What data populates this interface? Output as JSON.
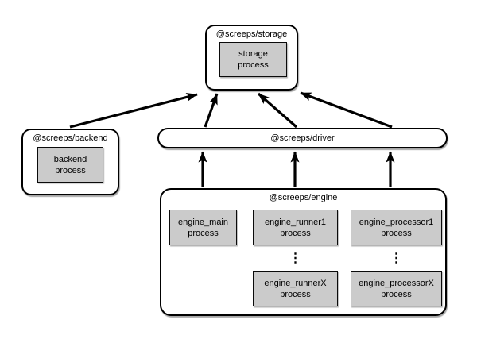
{
  "colors": {
    "background": "#ffffff",
    "container_fill": "#ffffff",
    "process_fill": "#cbcbcb",
    "line": "#000000"
  },
  "nodes": {
    "storage": {
      "title": "@screeps/storage",
      "process": "storage\nprocess"
    },
    "backend": {
      "title": "@screeps/backend",
      "process": "backend\nprocess"
    },
    "driver": {
      "title": "@screeps/driver"
    },
    "engine": {
      "title": "@screeps/engine",
      "main_process": "engine_main\nprocess",
      "runner1_process": "engine_runner1\nprocess",
      "runnerX_process": "engine_runnerX\nprocess",
      "processor1_process": "engine_processor1\nprocess",
      "processorX_process": "engine_processorX\nprocess",
      "ellipsis": "⋮"
    }
  },
  "edges": [
    {
      "name": "backend-to-storage",
      "from": "backend",
      "to": "storage"
    },
    {
      "name": "driver-to-storage-left",
      "from": "driver",
      "to": "storage"
    },
    {
      "name": "driver-to-storage-middle",
      "from": "driver",
      "to": "storage"
    },
    {
      "name": "driver-to-storage-right",
      "from": "driver",
      "to": "storage"
    },
    {
      "name": "engine-to-driver-left",
      "from": "engine",
      "to": "driver"
    },
    {
      "name": "engine-to-driver-middle",
      "from": "engine",
      "to": "driver"
    },
    {
      "name": "engine-to-driver-right",
      "from": "engine",
      "to": "driver"
    }
  ]
}
